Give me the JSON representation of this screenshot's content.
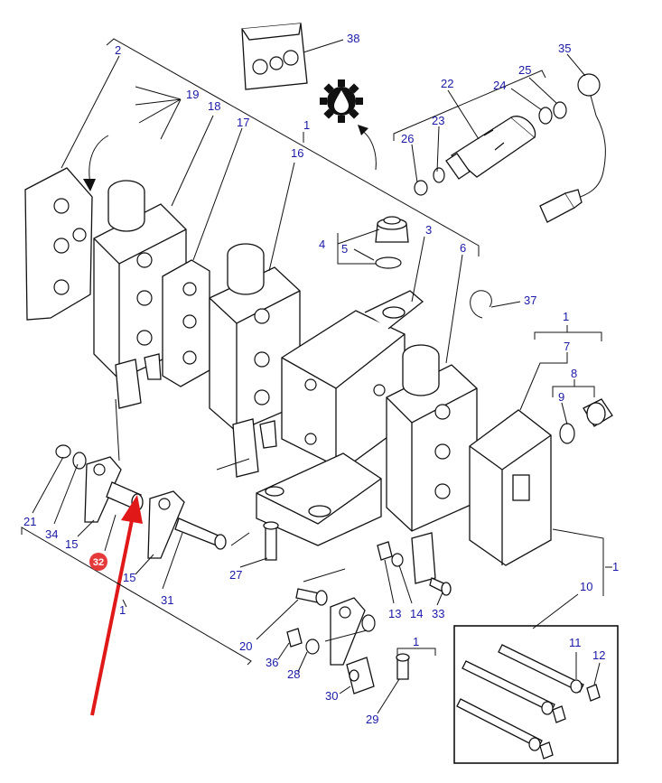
{
  "labels": {
    "l1a": "1",
    "l1b": "1",
    "l1c": "1",
    "l1d": "1",
    "l1e": "1",
    "l2": "2",
    "l3": "3",
    "l4": "4",
    "l5": "5",
    "l6": "6",
    "l7": "7",
    "l8": "8",
    "l9": "9",
    "l10": "10",
    "l11": "11",
    "l12": "12",
    "l13": "13",
    "l14": "14",
    "l15a": "15",
    "l15b": "15",
    "l16": "16",
    "l17": "17",
    "l18": "18",
    "l19": "19",
    "l20": "20",
    "l21": "21",
    "l22": "22",
    "l23": "23",
    "l24": "24",
    "l25": "25",
    "l26": "26",
    "l27": "27",
    "l28": "28",
    "l29": "29",
    "l30": "30",
    "l31": "31",
    "l32": "32",
    "l33": "33",
    "l34": "34",
    "l35": "35",
    "l36": "36",
    "l37": "37",
    "l38": "38"
  },
  "colors": {
    "label_text": "#1a1aa6",
    "highlight_badge": "#e63a3a",
    "arrow": "#e01818",
    "line": "#111111"
  },
  "icons": {
    "oil_gear": "gear-with-oil-drop-icon"
  }
}
